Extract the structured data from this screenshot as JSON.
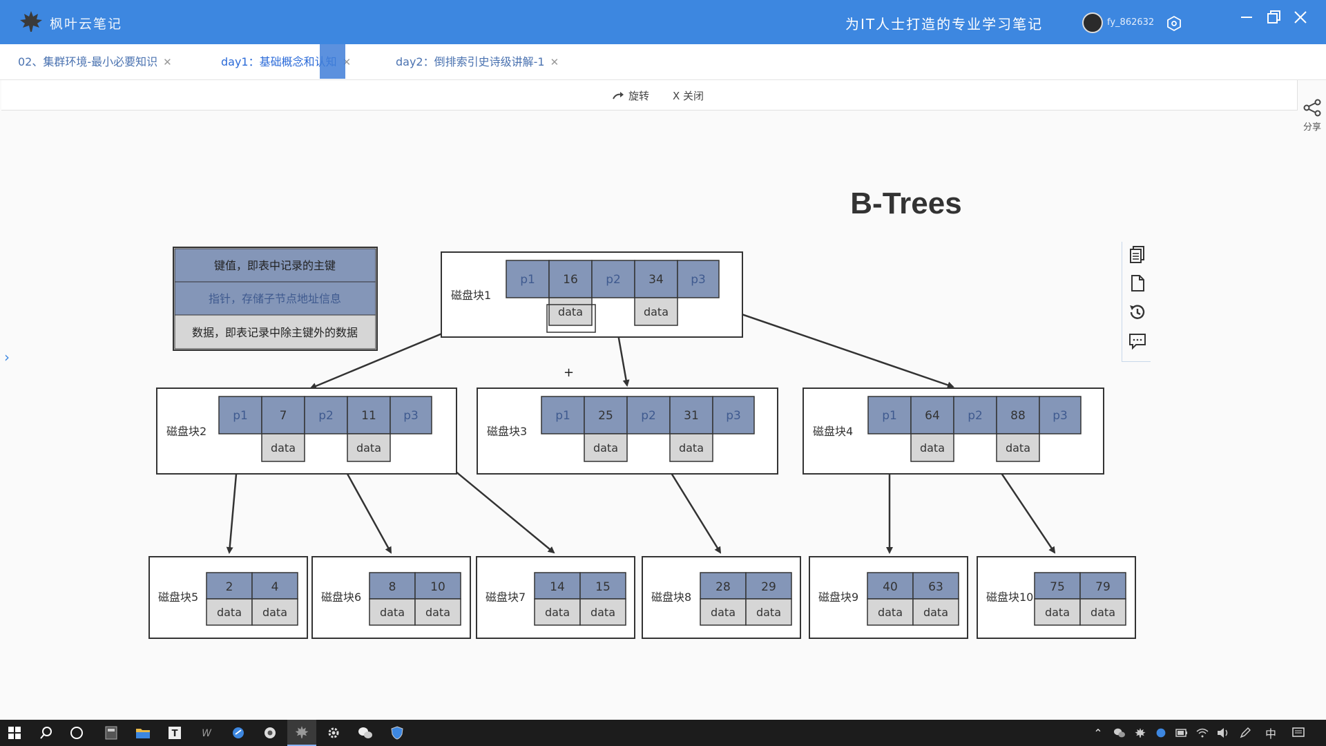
{
  "app": {
    "title": "枫叶云笔记",
    "slogan": "为IT人士打造的专业学习笔记",
    "username": "fy_862632"
  },
  "tabs": [
    {
      "label": "02、集群环境-最小必要知识",
      "active": false
    },
    {
      "label": "day1：基础概念和认知",
      "active": true
    },
    {
      "label": "day2：倒排索引史诗级讲解-1",
      "active": false
    }
  ],
  "toolbar": {
    "rotate_label": "旋转",
    "close_label": "X 关闭"
  },
  "share_label": "分享",
  "diagram": {
    "title": "B-Trees",
    "legend": [
      {
        "text": "键值，即表中记录的主键",
        "color": "#8496b8"
      },
      {
        "text": "指针，存储子节点地址信息",
        "color": "#8496b8"
      },
      {
        "text": "数据，即表记录中除主键外的数据",
        "color": "#d6d6d6"
      }
    ],
    "pointer_labels": [
      "p1",
      "p2",
      "p3"
    ],
    "data_label": "data",
    "blocks": [
      {
        "label": "磁盘块1",
        "keys": [
          "16",
          "34"
        ]
      },
      {
        "label": "磁盘块2",
        "keys": [
          "7",
          "11"
        ]
      },
      {
        "label": "磁盘块3",
        "keys": [
          "25",
          "31"
        ]
      },
      {
        "label": "磁盘块4",
        "keys": [
          "64",
          "88"
        ]
      },
      {
        "label": "磁盘块5",
        "keys": [
          "2",
          "4"
        ]
      },
      {
        "label": "磁盘块6",
        "keys": [
          "8",
          "10"
        ]
      },
      {
        "label": "磁盘块7",
        "keys": [
          "14",
          "15"
        ]
      },
      {
        "label": "磁盘块8",
        "keys": [
          "28",
          "29"
        ]
      },
      {
        "label": "磁盘块9",
        "keys": [
          "40",
          "63"
        ]
      },
      {
        "label": "磁盘块10",
        "keys": [
          "75",
          "79"
        ]
      }
    ]
  },
  "taskbar": {
    "tray_ime": "中"
  },
  "colors": {
    "titlebar": "#3d87e0",
    "key_cell": "#8496b8",
    "data_cell": "#d6d6d6",
    "taskbar": "#1c1c1c"
  }
}
